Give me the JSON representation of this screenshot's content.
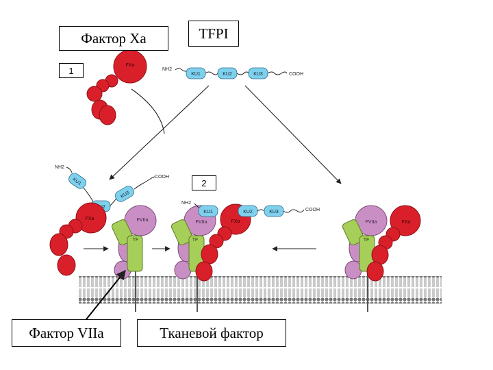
{
  "labels": {
    "factor_xa": "Фактор Xa",
    "tfpi": "TFPI",
    "factor_viia": "Фактор VIIa",
    "tissue_factor": "Тканевой фактор",
    "step1": "1",
    "step2": "2"
  },
  "molecule_text": {
    "fxa": "FXa",
    "fviia": "FVIIa",
    "tf": "TF",
    "ku1": "KU1",
    "ku2": "KU2",
    "ku3": "KU3",
    "nh2": "NH2",
    "cooh": "COOH"
  },
  "colors": {
    "fxa": "#d9202a",
    "fviia": "#c98fc4",
    "tf": "#a6cf5a",
    "kunitz": "#7fd0ec"
  }
}
